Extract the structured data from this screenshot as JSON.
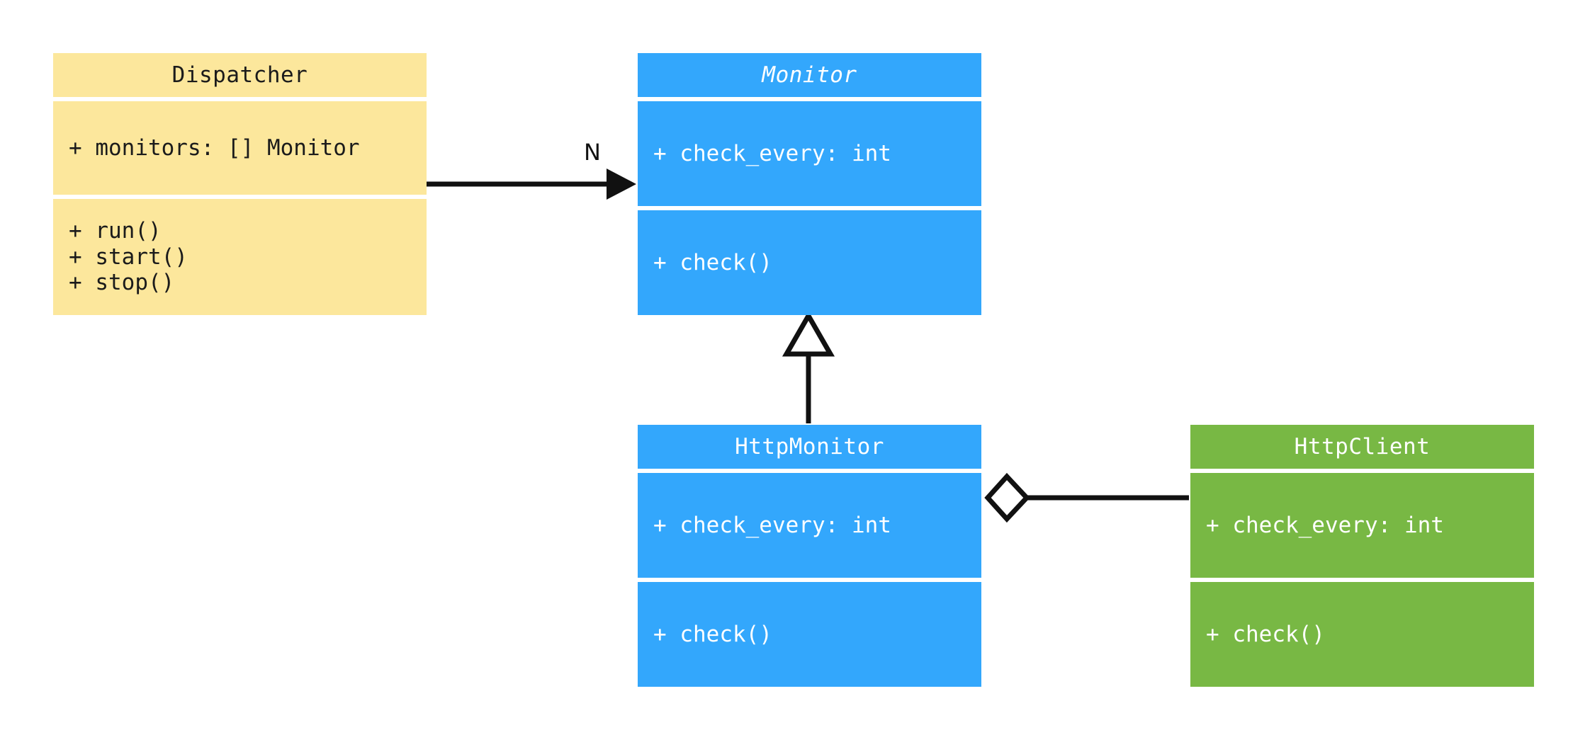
{
  "diagram": {
    "kind": "uml-class-diagram",
    "background": "#ffffff",
    "palette": {
      "yellow": "#fce79c",
      "blue": "#33a7fc",
      "green": "#78b844",
      "line": "#111111",
      "light_text": "#ffffff",
      "dark_text": "#1b1b1b"
    }
  },
  "classes": {
    "dispatcher": {
      "name": "Dispatcher",
      "abstract": false,
      "color": "#fce79c",
      "attributes": [
        "+ monitors: [] Monitor"
      ],
      "methods": [
        "+ run()",
        "+ start()",
        "+ stop()"
      ]
    },
    "monitor": {
      "name": "Monitor",
      "abstract": true,
      "color": "#33a7fc",
      "attributes": [
        "+ check_every: int"
      ],
      "methods": [
        "+ check()"
      ]
    },
    "http_monitor": {
      "name": "HttpMonitor",
      "abstract": false,
      "color": "#33a7fc",
      "attributes": [
        "+ check_every: int"
      ],
      "methods": [
        "+ check()"
      ]
    },
    "http_client": {
      "name": "HttpClient",
      "abstract": false,
      "color": "#78b844",
      "attributes": [
        "+ check_every: int"
      ],
      "methods": [
        "+ check()"
      ]
    }
  },
  "relations": {
    "dispatcher_to_monitor": {
      "type": "association",
      "arrow": "filled-arrowhead",
      "from": "Dispatcher",
      "to": "Monitor",
      "multiplicity_label": "N"
    },
    "http_monitor_to_monitor": {
      "type": "generalization",
      "arrow": "hollow-triangle",
      "from": "HttpMonitor",
      "to": "Monitor",
      "multiplicity_label": ""
    },
    "http_monitor_to_http_client": {
      "type": "aggregation",
      "arrow": "hollow-diamond",
      "from": "HttpMonitor",
      "to": "HttpClient",
      "multiplicity_label": ""
    }
  }
}
